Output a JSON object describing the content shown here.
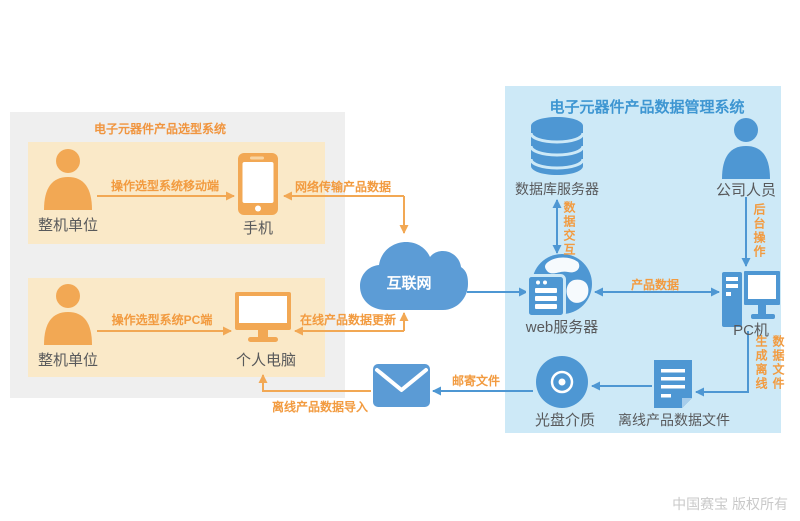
{
  "left_panel": {
    "title": "电子元器件产品选型系统",
    "mobile_flow": {
      "actor": "整机单位",
      "action": "操作选型系统移动端",
      "device": "手机"
    },
    "pc_flow": {
      "actor": "整机单位",
      "action": "操作选型系统PC端",
      "device": "个人电脑"
    }
  },
  "cloud": {
    "label": "互联网"
  },
  "right_panel": {
    "title": "电子元器件产品数据管理系统",
    "nodes": {
      "database": "数据库服务器",
      "staff": "公司人员",
      "web_server": "web服务器",
      "pc": "PC机",
      "disc": "光盘介质",
      "offline_file": "离线产品数据文件"
    }
  },
  "flows": {
    "network_transfer": "网络传输产品数据",
    "online_update": "在线产品数据更新",
    "data_exchange": "数据交互",
    "backend_operation": "后台操作",
    "product_data": "产品数据",
    "generate_offline_col1": "生成离线",
    "generate_offline_col2": "数据文件",
    "mail_file": "邮寄文件",
    "offline_import": "离线产品数据导入"
  },
  "watermark": "中国赛宝 版权所有",
  "colors": {
    "orange": "#f2a854",
    "orange_text": "#f29b40",
    "orange_box": "#fae9c8",
    "gray_panel": "#efefef",
    "blue": "#4e97d3",
    "blue_panel": "#cde9f7",
    "blue_title": "#3e96d2",
    "cloud_blue": "#5c9cd6",
    "label_dark": "#58595b"
  }
}
